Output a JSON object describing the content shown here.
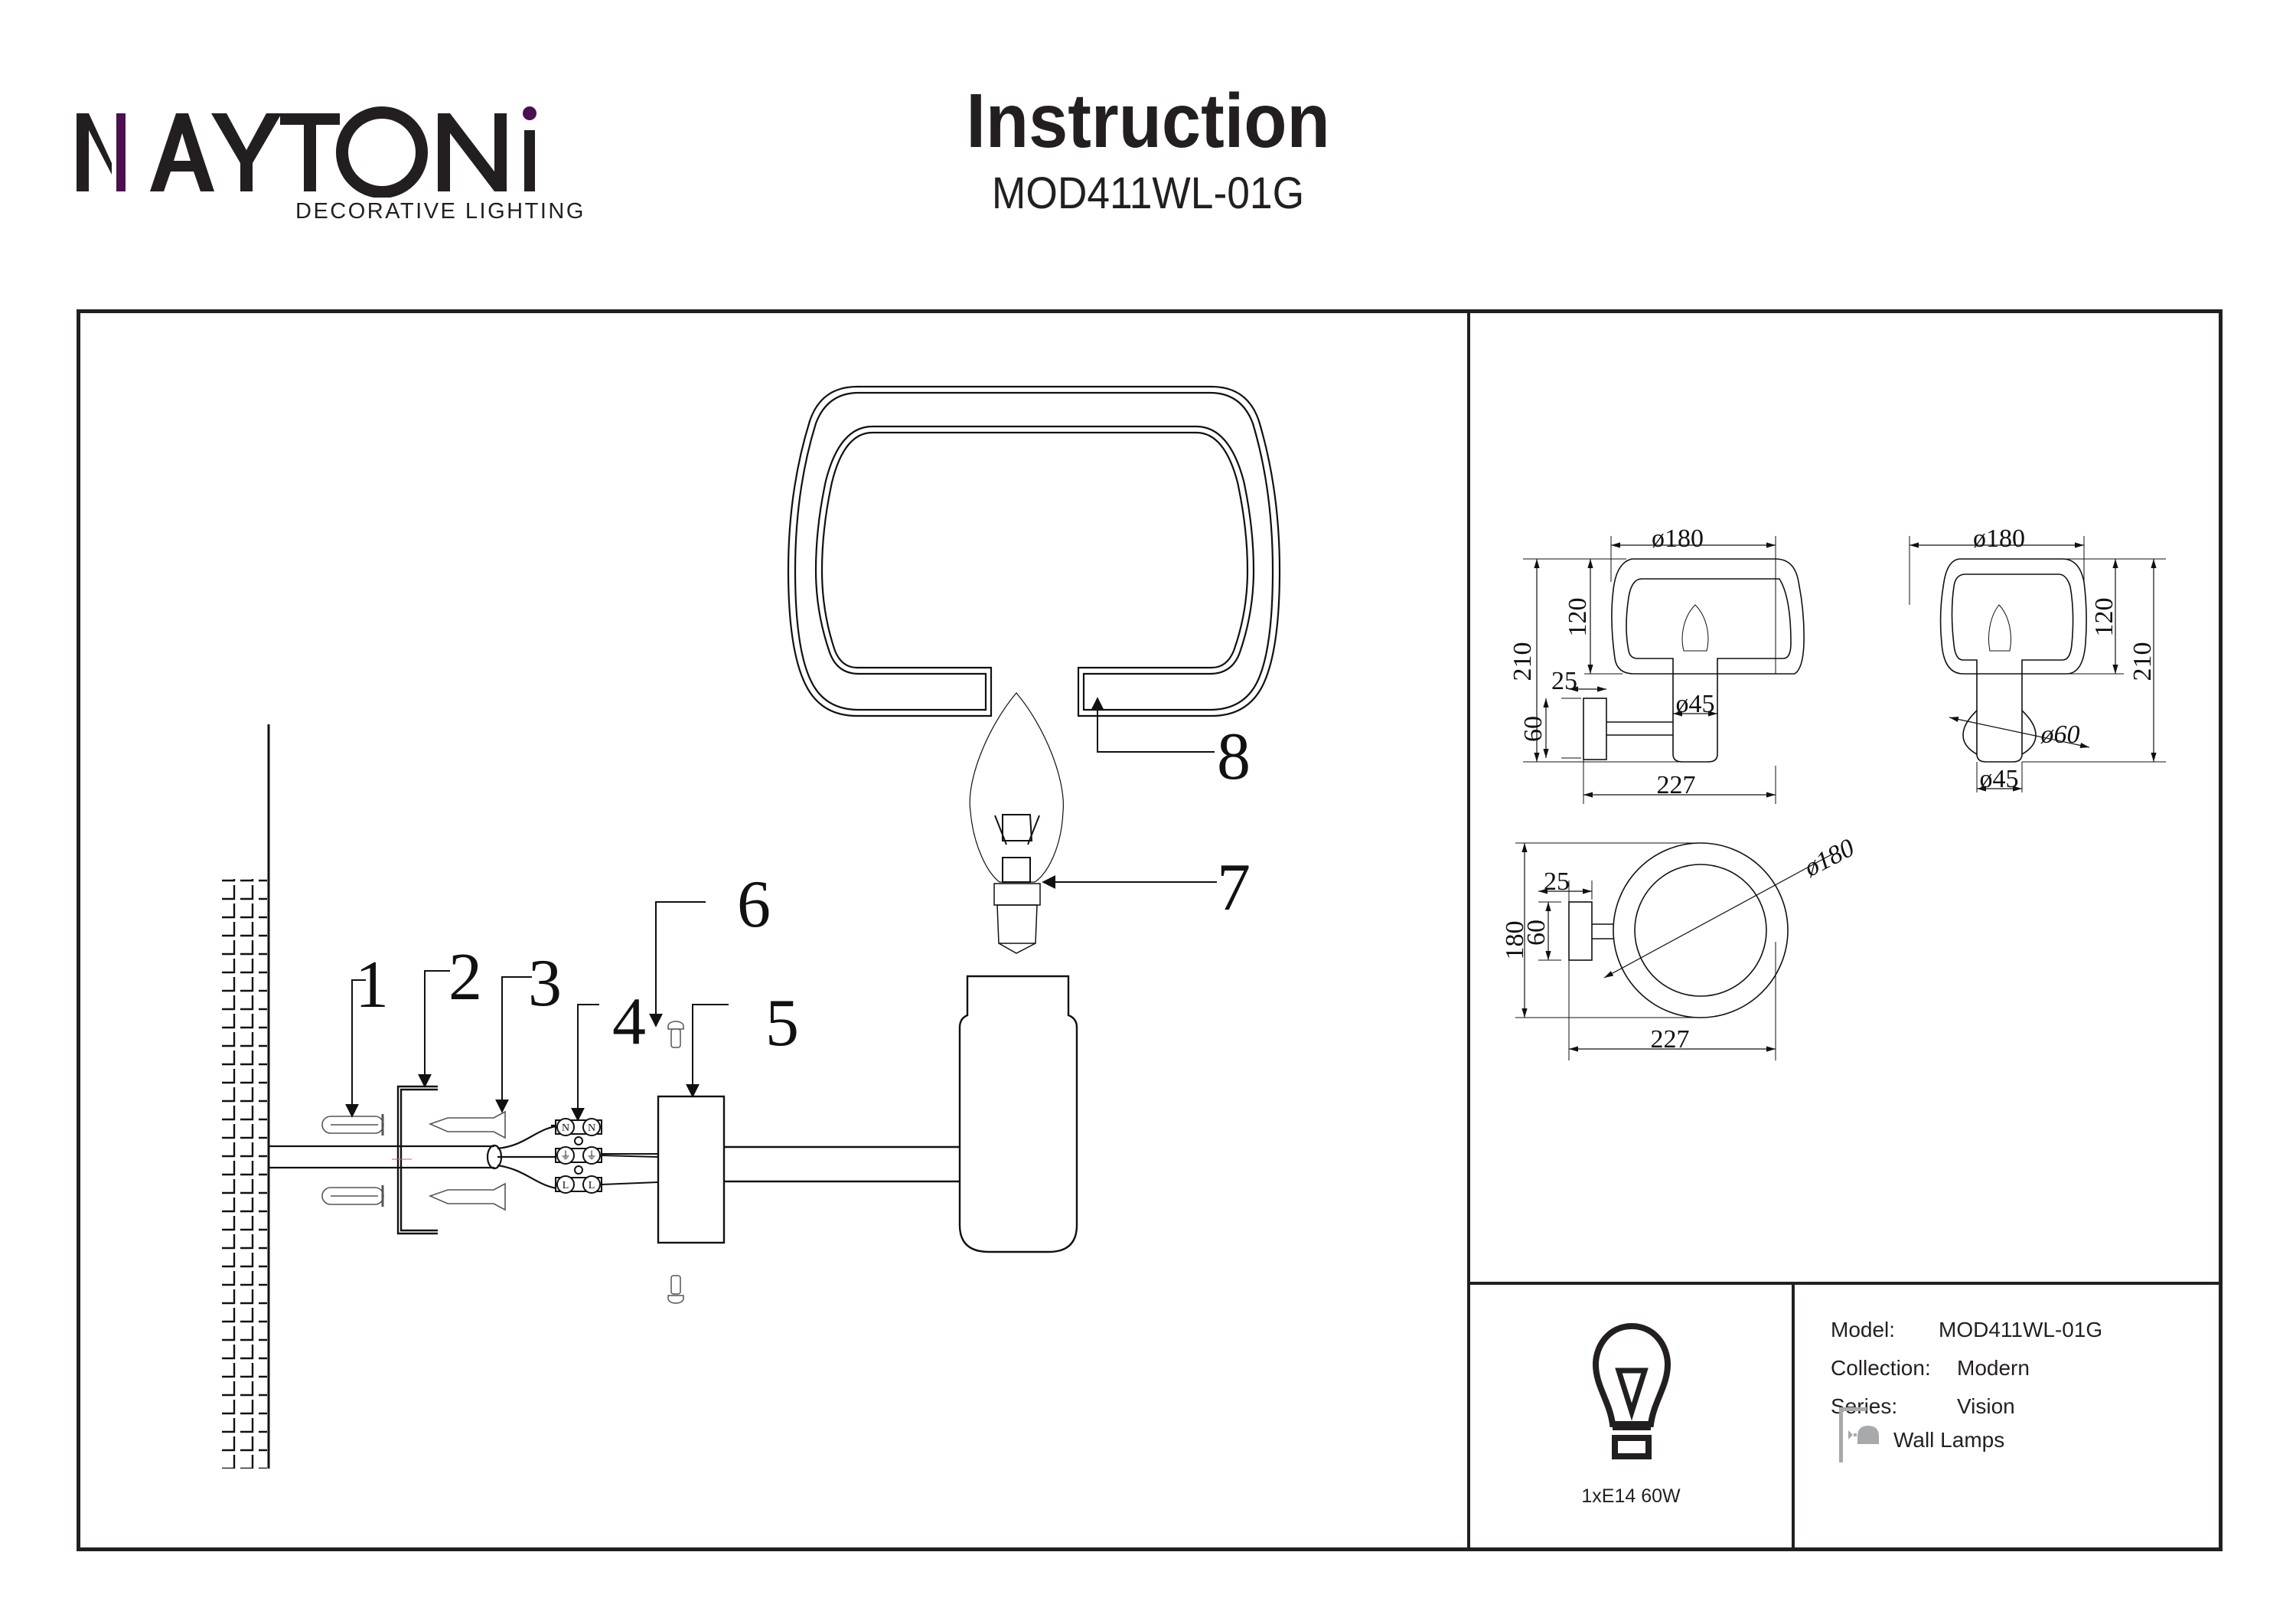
{
  "brand": {
    "name": "MAYTONI",
    "tagline": "DECORATIVE LIGHTING",
    "accent_color": "#4b1050"
  },
  "header": {
    "title": "Instruction",
    "model": "MOD411WL-01G"
  },
  "assembly": {
    "callouts": [
      "1",
      "2",
      "3",
      "4",
      "5",
      "6",
      "7",
      "8"
    ],
    "terminal_labels": [
      "N",
      "⏚",
      "L"
    ],
    "parts": [
      {
        "id": "1",
        "name": "wall plug"
      },
      {
        "id": "2",
        "name": "mounting bracket"
      },
      {
        "id": "3",
        "name": "wood screw"
      },
      {
        "id": "4",
        "name": "terminal block"
      },
      {
        "id": "5",
        "name": "wall base"
      },
      {
        "id": "6",
        "name": "fixing screw"
      },
      {
        "id": "7",
        "name": "E14 bulb"
      },
      {
        "id": "8",
        "name": "shade frame"
      }
    ]
  },
  "dimensions": {
    "front_view": {
      "width": "ø180",
      "height_total": "210",
      "height_shade": "120",
      "base_depth": "25",
      "base_height": "60",
      "holder": "ø45",
      "overall_depth": "227"
    },
    "side_view": {
      "width": "ø180",
      "height_shade": "120",
      "height_total": "210",
      "base": "ø60",
      "holder": "ø45"
    },
    "top_view": {
      "diameter": "ø180",
      "base_depth": "25",
      "base_height": "60",
      "height": "180",
      "overall_depth": "227"
    }
  },
  "spec": {
    "bulb": "1xE14 60W",
    "rows": [
      {
        "key": "Model:",
        "value": "MOD411WL-01G"
      },
      {
        "key": "Collection:",
        "value": "Modern"
      },
      {
        "key": "Series:",
        "value": "Vision"
      }
    ],
    "category": "Wall Lamps",
    "category_icon": "wall-lamp-icon"
  }
}
